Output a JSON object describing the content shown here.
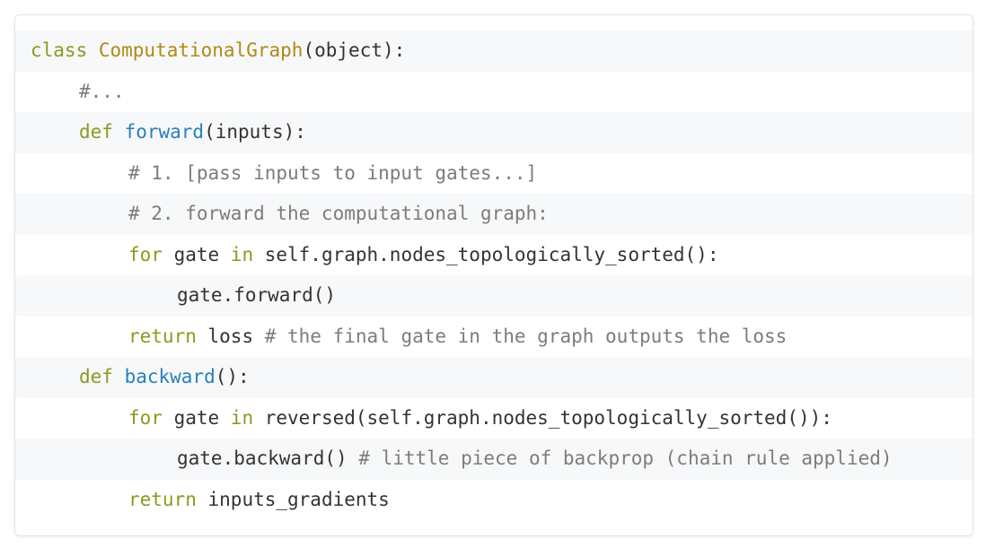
{
  "code": {
    "lines": [
      {
        "indent": "",
        "parts": [
          {
            "t": "kw",
            "v": "class "
          },
          {
            "t": "cls",
            "v": "ComputationalGraph"
          },
          {
            "t": "tx",
            "v": "(object):"
          }
        ]
      },
      {
        "indent": "i1",
        "parts": [
          {
            "t": "cm",
            "v": "#..."
          }
        ]
      },
      {
        "indent": "i1",
        "parts": [
          {
            "t": "kw",
            "v": "def "
          },
          {
            "t": "fn",
            "v": "forward"
          },
          {
            "t": "tx",
            "v": "(inputs):"
          }
        ]
      },
      {
        "indent": "i2",
        "parts": [
          {
            "t": "cm",
            "v": "# 1. [pass inputs to input gates...]"
          }
        ]
      },
      {
        "indent": "i2",
        "parts": [
          {
            "t": "cm",
            "v": "# 2. forward the computational graph:"
          }
        ]
      },
      {
        "indent": "i2",
        "parts": [
          {
            "t": "kw",
            "v": "for "
          },
          {
            "t": "tx",
            "v": "gate "
          },
          {
            "t": "kw",
            "v": "in "
          },
          {
            "t": "tx",
            "v": "self.graph.nodes_topologically_sorted():"
          }
        ]
      },
      {
        "indent": "i3",
        "parts": [
          {
            "t": "tx",
            "v": "gate.forward()"
          }
        ]
      },
      {
        "indent": "i2",
        "parts": [
          {
            "t": "kw",
            "v": "return "
          },
          {
            "t": "tx",
            "v": "loss "
          },
          {
            "t": "cm",
            "v": "# the final gate in the graph outputs the loss"
          }
        ]
      },
      {
        "indent": "i1",
        "parts": [
          {
            "t": "kw",
            "v": "def "
          },
          {
            "t": "fn",
            "v": "backward"
          },
          {
            "t": "tx",
            "v": "():"
          }
        ]
      },
      {
        "indent": "i2",
        "parts": [
          {
            "t": "kw",
            "v": "for "
          },
          {
            "t": "tx",
            "v": "gate "
          },
          {
            "t": "kw",
            "v": "in "
          },
          {
            "t": "tx",
            "v": "reversed(self.graph.nodes_topologically_sorted()):"
          }
        ]
      },
      {
        "indent": "i3",
        "parts": [
          {
            "t": "tx",
            "v": "gate.backward() "
          },
          {
            "t": "cm",
            "v": "# little piece of backprop (chain rule applied)"
          }
        ]
      },
      {
        "indent": "i2",
        "parts": [
          {
            "t": "kw",
            "v": "return "
          },
          {
            "t": "tx",
            "v": "inputs_gradients"
          }
        ]
      }
    ]
  },
  "colors": {
    "keyword": "#8b9a1f",
    "class_name": "#b08a12",
    "function_name": "#2a80b9",
    "comment": "#7c7c7c",
    "text": "#333333",
    "stripe": "#f6f8fa"
  }
}
